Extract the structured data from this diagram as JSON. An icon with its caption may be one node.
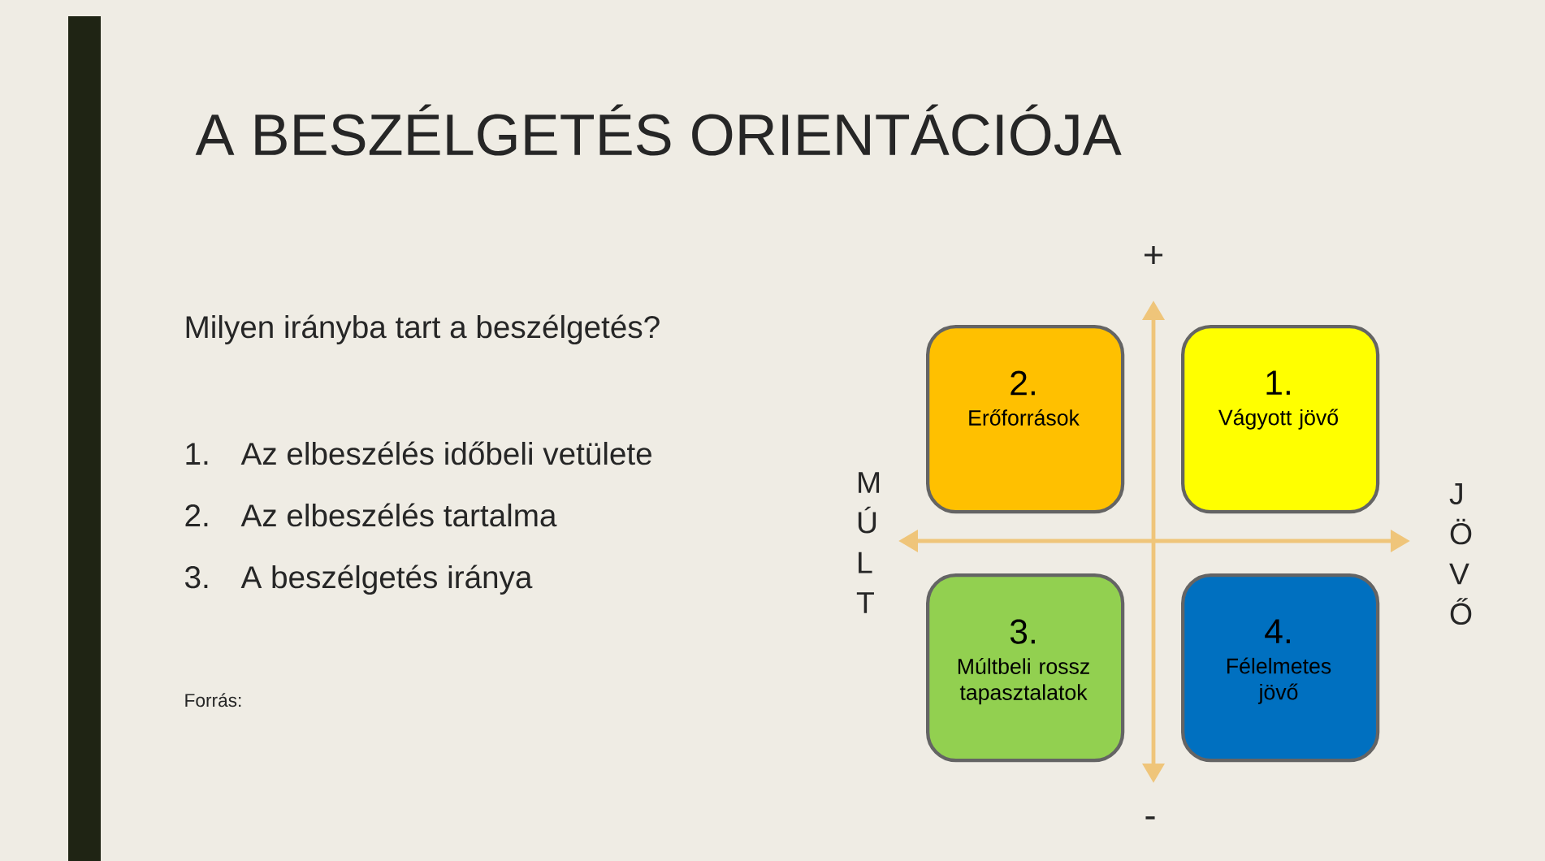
{
  "diagram": {
    "title": "A BESZÉLGETÉS ORIENTÁCIÓJA",
    "nodes": [
      {
        "text": [
          "2.",
          "Erőforrások"
        ]
      },
      {
        "text": [
          "1.",
          "Vágyott jövő"
        ]
      },
      {
        "text": [
          "3.",
          "Múltbeli rossz tapasztalatok"
        ]
      },
      {
        "text": [
          "4.",
          "Félelmetes jövő"
        ]
      }
    ],
    "labels": [
      "Milyen irányba tart a beszélgetés?",
      "1.",
      "Az elbeszélés időbeli vetülete",
      "2.",
      "Az elbeszélés tartalma",
      "3.",
      "A beszélgetés iránya",
      "Forrás:",
      "+",
      "M Ú L T",
      "J Ö V Ő",
      "-"
    ]
  }
}
